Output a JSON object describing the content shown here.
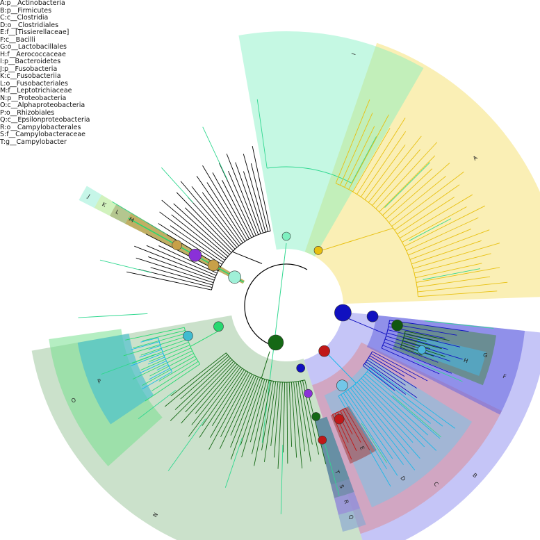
{
  "legend": [
    "A:p__Actinobacteria",
    "B:p__Firmicutes",
    "C:c__Clostridia",
    "D:o__Clostridiales",
    "E:f__[Tissierellaceae]",
    "F:c__Bacilli",
    "G:o__Lactobacillales",
    "H:f__Aerococcaceae",
    "I:p__Bacteroidetes",
    "J:p__Fusobacteria",
    "K:c__Fusobacteriia",
    "L:o__Fusobacteriales",
    "M:f__Leptotrichiaceae",
    "N:p__Proteobacteria",
    "O:c__Alphaproteobacteria",
    "P:o__Rhizobiales",
    "Q:c__Epsilonproteobacteria",
    "R:o__Campylobacterales",
    "S:f__Campylobacteraceae",
    "T:g__Campylobacter"
  ],
  "clades": [
    {
      "letter": "A",
      "color": "#f5dc5a"
    },
    {
      "letter": "B",
      "color": "#8c8cf0"
    },
    {
      "letter": "C",
      "color": "#e08080"
    },
    {
      "letter": "D",
      "color": "#73c6e8"
    },
    {
      "letter": "E",
      "color": "#a04848"
    },
    {
      "letter": "F",
      "color": "#6464e0"
    },
    {
      "letter": "G",
      "color": "#4a8a4a"
    },
    {
      "letter": "H",
      "color": "#4ab4dc"
    },
    {
      "letter": "I",
      "color": "#7ef0c0"
    },
    {
      "letter": "J",
      "color": "#a0f0d8"
    },
    {
      "letter": "K",
      "color": "#d8f0a0"
    },
    {
      "letter": "L",
      "color": "#a0a870"
    },
    {
      "letter": "M",
      "color": "#c8a048"
    },
    {
      "letter": "N",
      "color": "#8cbc8c"
    },
    {
      "letter": "O",
      "color": "#78e090"
    },
    {
      "letter": "P",
      "color": "#40bcd0"
    },
    {
      "letter": "Q",
      "color": "#8caad0"
    },
    {
      "letter": "R",
      "color": "#9a8ad8"
    },
    {
      "letter": "S",
      "color": "#6a8aa0"
    },
    {
      "letter": "T",
      "color": "#6090a0"
    }
  ],
  "branch_colors": {
    "base": "#000000",
    "actinobacteria": "#e8c010",
    "bacteroidetes": "#30d890",
    "firmicutes": "#1010c0",
    "clostridia": "#c01818",
    "clostridiales": "#18b8e8",
    "lactobacillales": "#105810",
    "proteobacteria": "#156815",
    "alphaproteobacteria": "#28d870",
    "rhizobiales": "#18b8e8"
  }
}
